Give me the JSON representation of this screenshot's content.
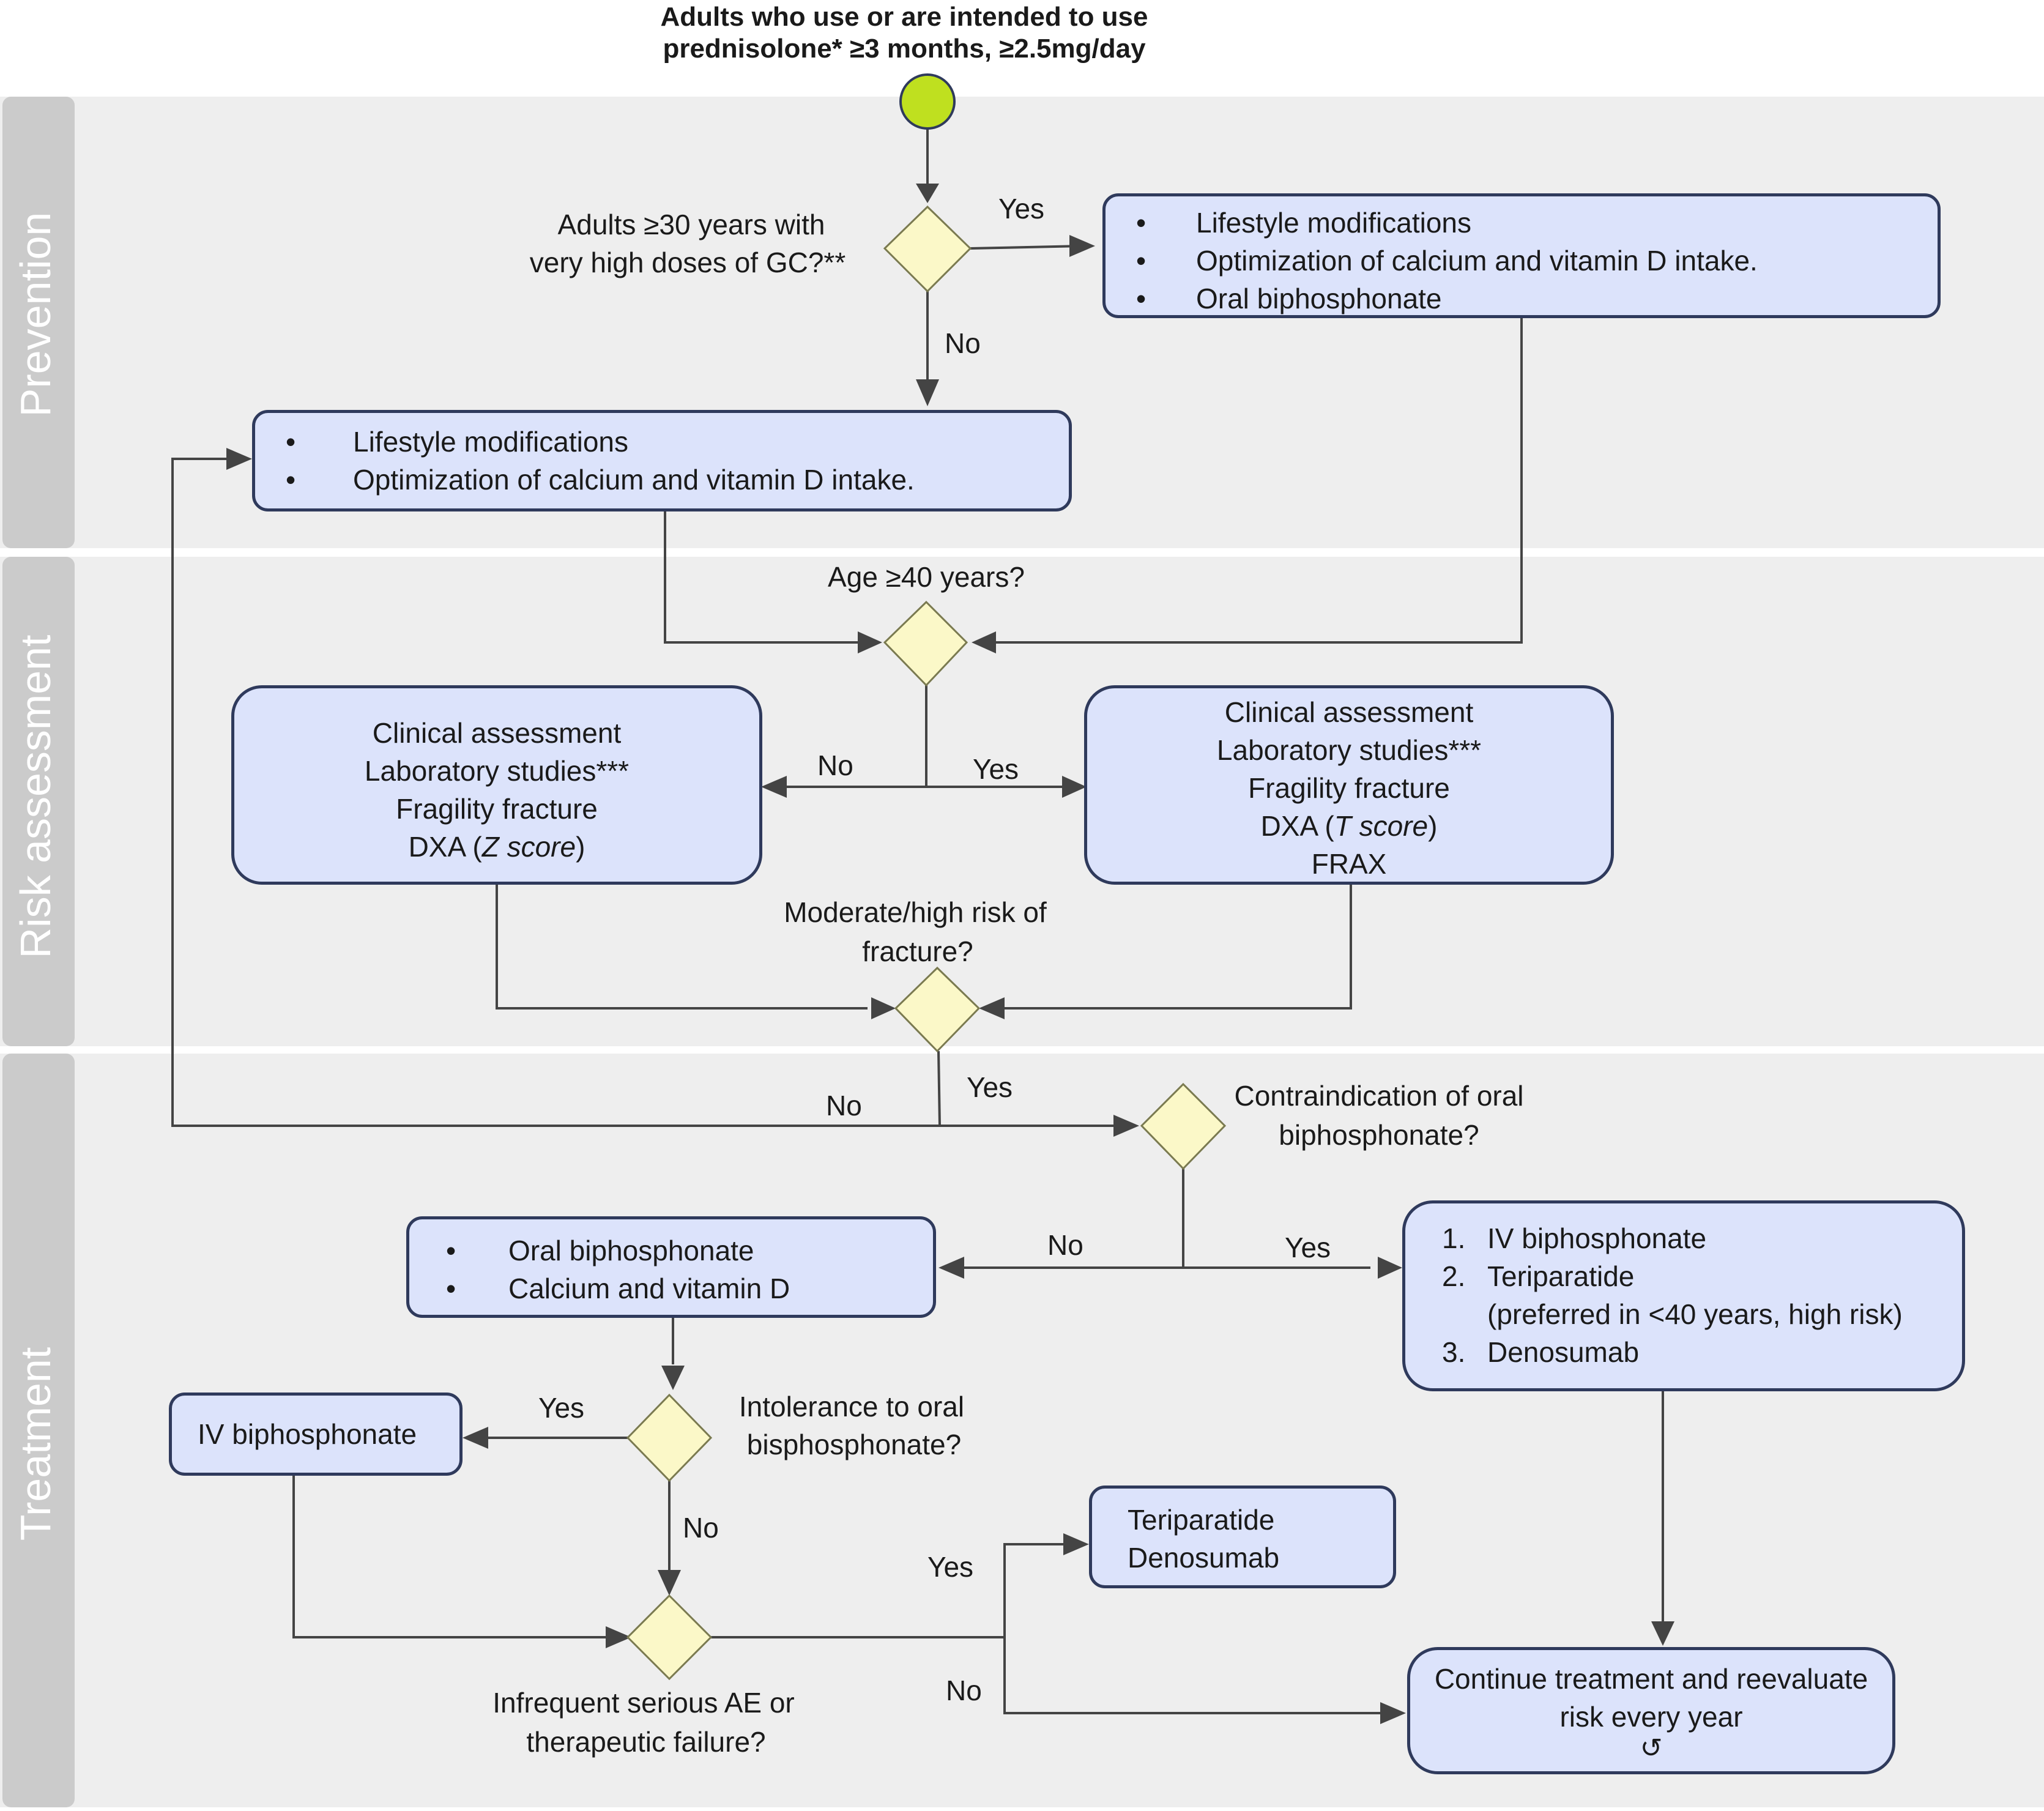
{
  "start": {
    "line1": "Adults who use or are intended to use",
    "line2": "prednisolone* ≥3 months, ≥2.5mg/day"
  },
  "lanes": {
    "prevention": "Prevention",
    "risk": "Risk assessment",
    "treatment": "Treatment"
  },
  "q_high_dose": {
    "line1": "Adults ≥30 years with",
    "line2": "very high doses of GC?**"
  },
  "box_prev_yes": [
    "Lifestyle modifications",
    "Optimization of calcium and vitamin D intake.",
    "Oral biphosphonate"
  ],
  "box_prev_no": [
    "Lifestyle modifications",
    "Optimization of calcium and vitamin D intake."
  ],
  "q_age": "Age ≥40 years?",
  "box_assess_under40": {
    "l1": "Clinical assessment",
    "l2": "Laboratory studies***",
    "l3": "Fragility fracture",
    "l4a": "DXA (",
    "l4b": "Z score",
    "l4c": ")"
  },
  "box_assess_over40": {
    "l1": "Clinical assessment",
    "l2": "Laboratory studies***",
    "l3": "Fragility fracture",
    "l4a": "DXA (",
    "l4b": "T score",
    "l4c": ")",
    "l5": "FRAX"
  },
  "q_risk": {
    "line1": "Moderate/high risk of",
    "line2": "fracture?"
  },
  "q_contra": {
    "line1": "Contraindication of oral",
    "line2": "biphosphonate?"
  },
  "box_oral": [
    "Oral biphosphonate",
    "Calcium and vitamin D"
  ],
  "box_alt": {
    "n1": "1.",
    "i1": "IV biphosphonate",
    "n2": "2.",
    "i2": "Teriparatide",
    "i2b": "(preferred in <40 years, high risk)",
    "n3": "3.",
    "i3": "Denosumab"
  },
  "q_intol": {
    "line1": "Intolerance to oral",
    "line2": "bisphosphonate?"
  },
  "box_iv": "IV biphosphonate",
  "q_ae": {
    "line1": "Infrequent serious AE or",
    "line2": "therapeutic failure?"
  },
  "box_teri": [
    "Teriparatide",
    "Denosumab"
  ],
  "box_continue": {
    "line1": "Continue treatment and reevaluate",
    "line2": "risk every year",
    "symbol": "↺"
  },
  "labels": {
    "yes": "Yes",
    "no": "No"
  },
  "bullet": "•",
  "colors": {
    "box_fill": "#dce3fb",
    "box_border": "#2f3a5c",
    "decision_fill": "#fbf8c8",
    "start_fill": "#bfe01f",
    "lane_bg": "#eeeeee",
    "lane_tab": "#cbcbcb",
    "line": "#444444"
  }
}
